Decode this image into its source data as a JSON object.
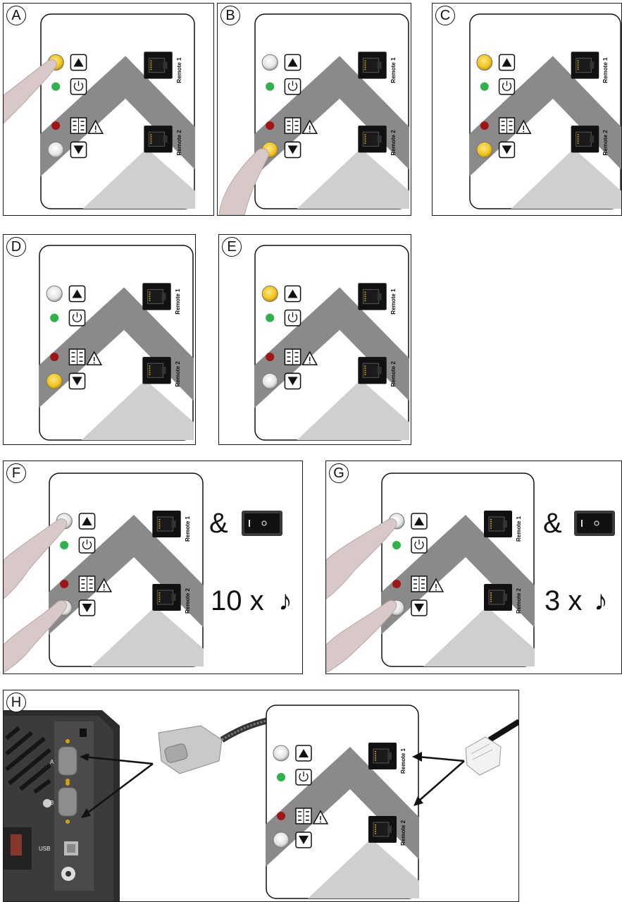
{
  "panel_labels": {
    "a": "A",
    "b": "B",
    "c": "C",
    "d": "D",
    "e": "E",
    "f": "F",
    "g": "G",
    "h": "H"
  },
  "remote_labels": {
    "r1": "Remote 1",
    "r2": "Remote 2"
  },
  "panel_text": {
    "f_amp": "&",
    "f_count": "10 x",
    "g_amp": "&",
    "g_count": "3 x",
    "note_icon": "♪"
  },
  "device_labels": {
    "port_a": "A",
    "port_b": "B",
    "usb": "USB"
  },
  "colors": {
    "button_active": "#f0c419",
    "button_idle": "#e8e8e8",
    "led_green": "#2db34a",
    "led_red": "#a01515",
    "mountain_dark": "#8a8a8a",
    "mountain_light": "#cfcfcf",
    "finger": "#d9c8c8"
  }
}
